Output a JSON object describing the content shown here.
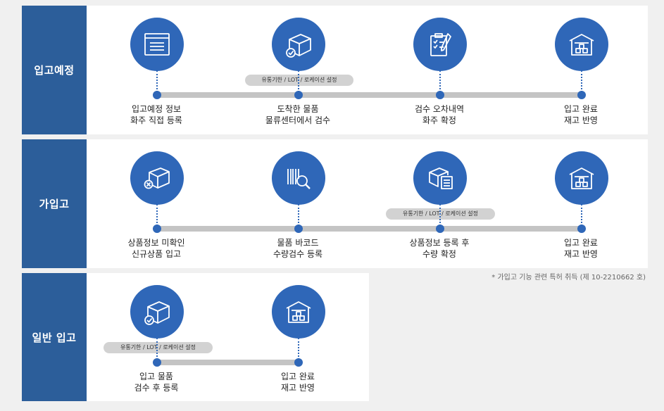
{
  "sections": [
    {
      "title": "입고예정",
      "pill": "유통기한 / LOT / 로케이션 설정",
      "steps": [
        {
          "icon": "web-form-icon",
          "l1": "입고예정 정보",
          "l2": "화주 직접 등록"
        },
        {
          "icon": "box-check-icon",
          "l1": "도착한 물품",
          "l2": "물류센터에서 검수"
        },
        {
          "icon": "clipboard-check-icon",
          "l1": "검수 오차내역",
          "l2": "화주 확정"
        },
        {
          "icon": "warehouse-icon",
          "l1": "입고 완료",
          "l2": "재고 반영"
        }
      ]
    },
    {
      "title": "가입고",
      "pill": "유통기한 / LOT / 로케이션 설정",
      "steps": [
        {
          "icon": "box-x-icon",
          "l1": "상품정보 미확인",
          "l2": "신규상품 입고"
        },
        {
          "icon": "barcode-search-icon",
          "l1": "물품 바코드",
          "l2": "수량검수 등록"
        },
        {
          "icon": "box-list-icon",
          "l1": "상품정보 등록 후",
          "l2": "수량 확정"
        },
        {
          "icon": "warehouse-icon",
          "l1": "입고 완료",
          "l2": "재고 반영"
        }
      ]
    },
    {
      "title": "일반 입고",
      "pill": "유통기한 / LOT / 로케이션 설정",
      "steps": [
        {
          "icon": "box-check-icon",
          "l1": "입고 물품",
          "l2": "검수 후 등록"
        },
        {
          "icon": "warehouse-icon",
          "l1": "입고 완료",
          "l2": "재고 반영"
        }
      ]
    }
  ],
  "patent_note": "* 가입고 기능 관련 특허 취득 (제 10-2210662 호)",
  "colors": {
    "sidebar": "#2c5e9a",
    "accent": "#2f67b8",
    "track": "#c4c4c4",
    "pill": "#d2d2d2"
  }
}
